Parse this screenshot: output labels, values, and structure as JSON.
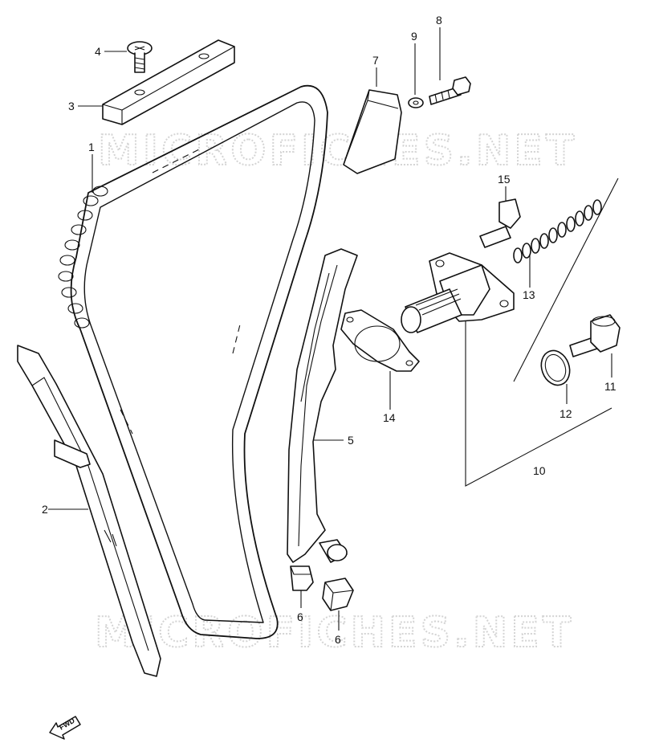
{
  "watermark": {
    "text": "MICROFICHES.NET"
  },
  "direction_indicator": {
    "label": "FWD"
  },
  "callouts": [
    {
      "id": "1",
      "text": "1"
    },
    {
      "id": "2",
      "text": "2"
    },
    {
      "id": "3",
      "text": "3"
    },
    {
      "id": "4",
      "text": "4"
    },
    {
      "id": "5",
      "text": "5"
    },
    {
      "id": "6a",
      "text": "6"
    },
    {
      "id": "6b",
      "text": "6"
    },
    {
      "id": "7",
      "text": "7"
    },
    {
      "id": "8",
      "text": "8"
    },
    {
      "id": "9",
      "text": "9"
    },
    {
      "id": "10",
      "text": "10"
    },
    {
      "id": "11",
      "text": "11"
    },
    {
      "id": "12",
      "text": "12"
    },
    {
      "id": "13",
      "text": "13"
    },
    {
      "id": "14",
      "text": "14"
    },
    {
      "id": "15",
      "text": "15"
    }
  ]
}
